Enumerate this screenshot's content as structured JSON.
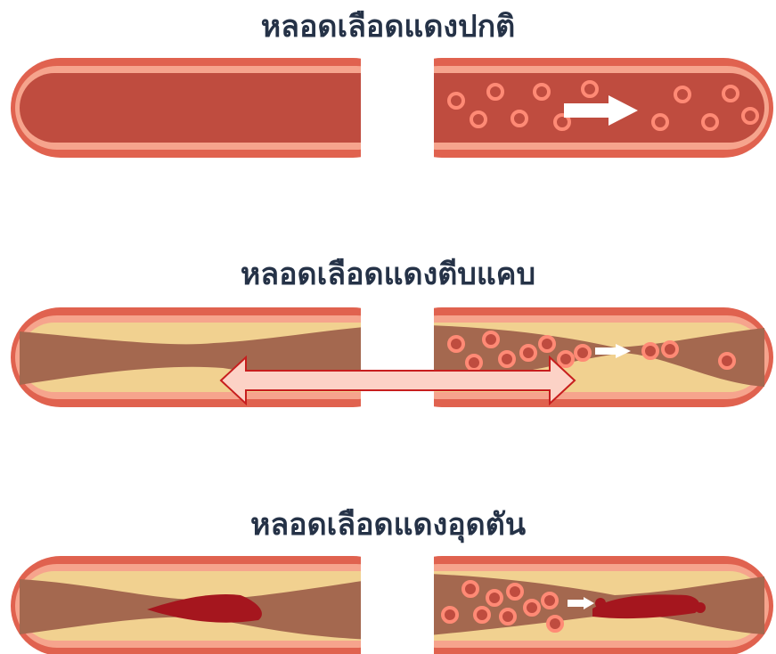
{
  "headings": {
    "normal": "หลอดเลือดแดงปกติ",
    "narrowed": "หลอดเลือดแดงตีบแคบ",
    "blocked": "หลอดเลือดแดงอุดตัน"
  },
  "colors": {
    "heading": "#253247",
    "vessel_outer": "#e0624f",
    "vessel_wall_light": "#f6a48d",
    "blood": "#bf4c3f",
    "plaque_fatty": "#f1d190",
    "plaque_brown": "#a4684f",
    "clot": "#a5161e",
    "red_cell_ring": "#ff8a75",
    "flow_arrow": "#ffffff",
    "measure_arrow_fill": "#fcd2c6",
    "measure_arrow_stroke": "#c71e1e"
  },
  "icons": [
    "blood-flow-arrow",
    "double-headed-measure-arrow"
  ]
}
